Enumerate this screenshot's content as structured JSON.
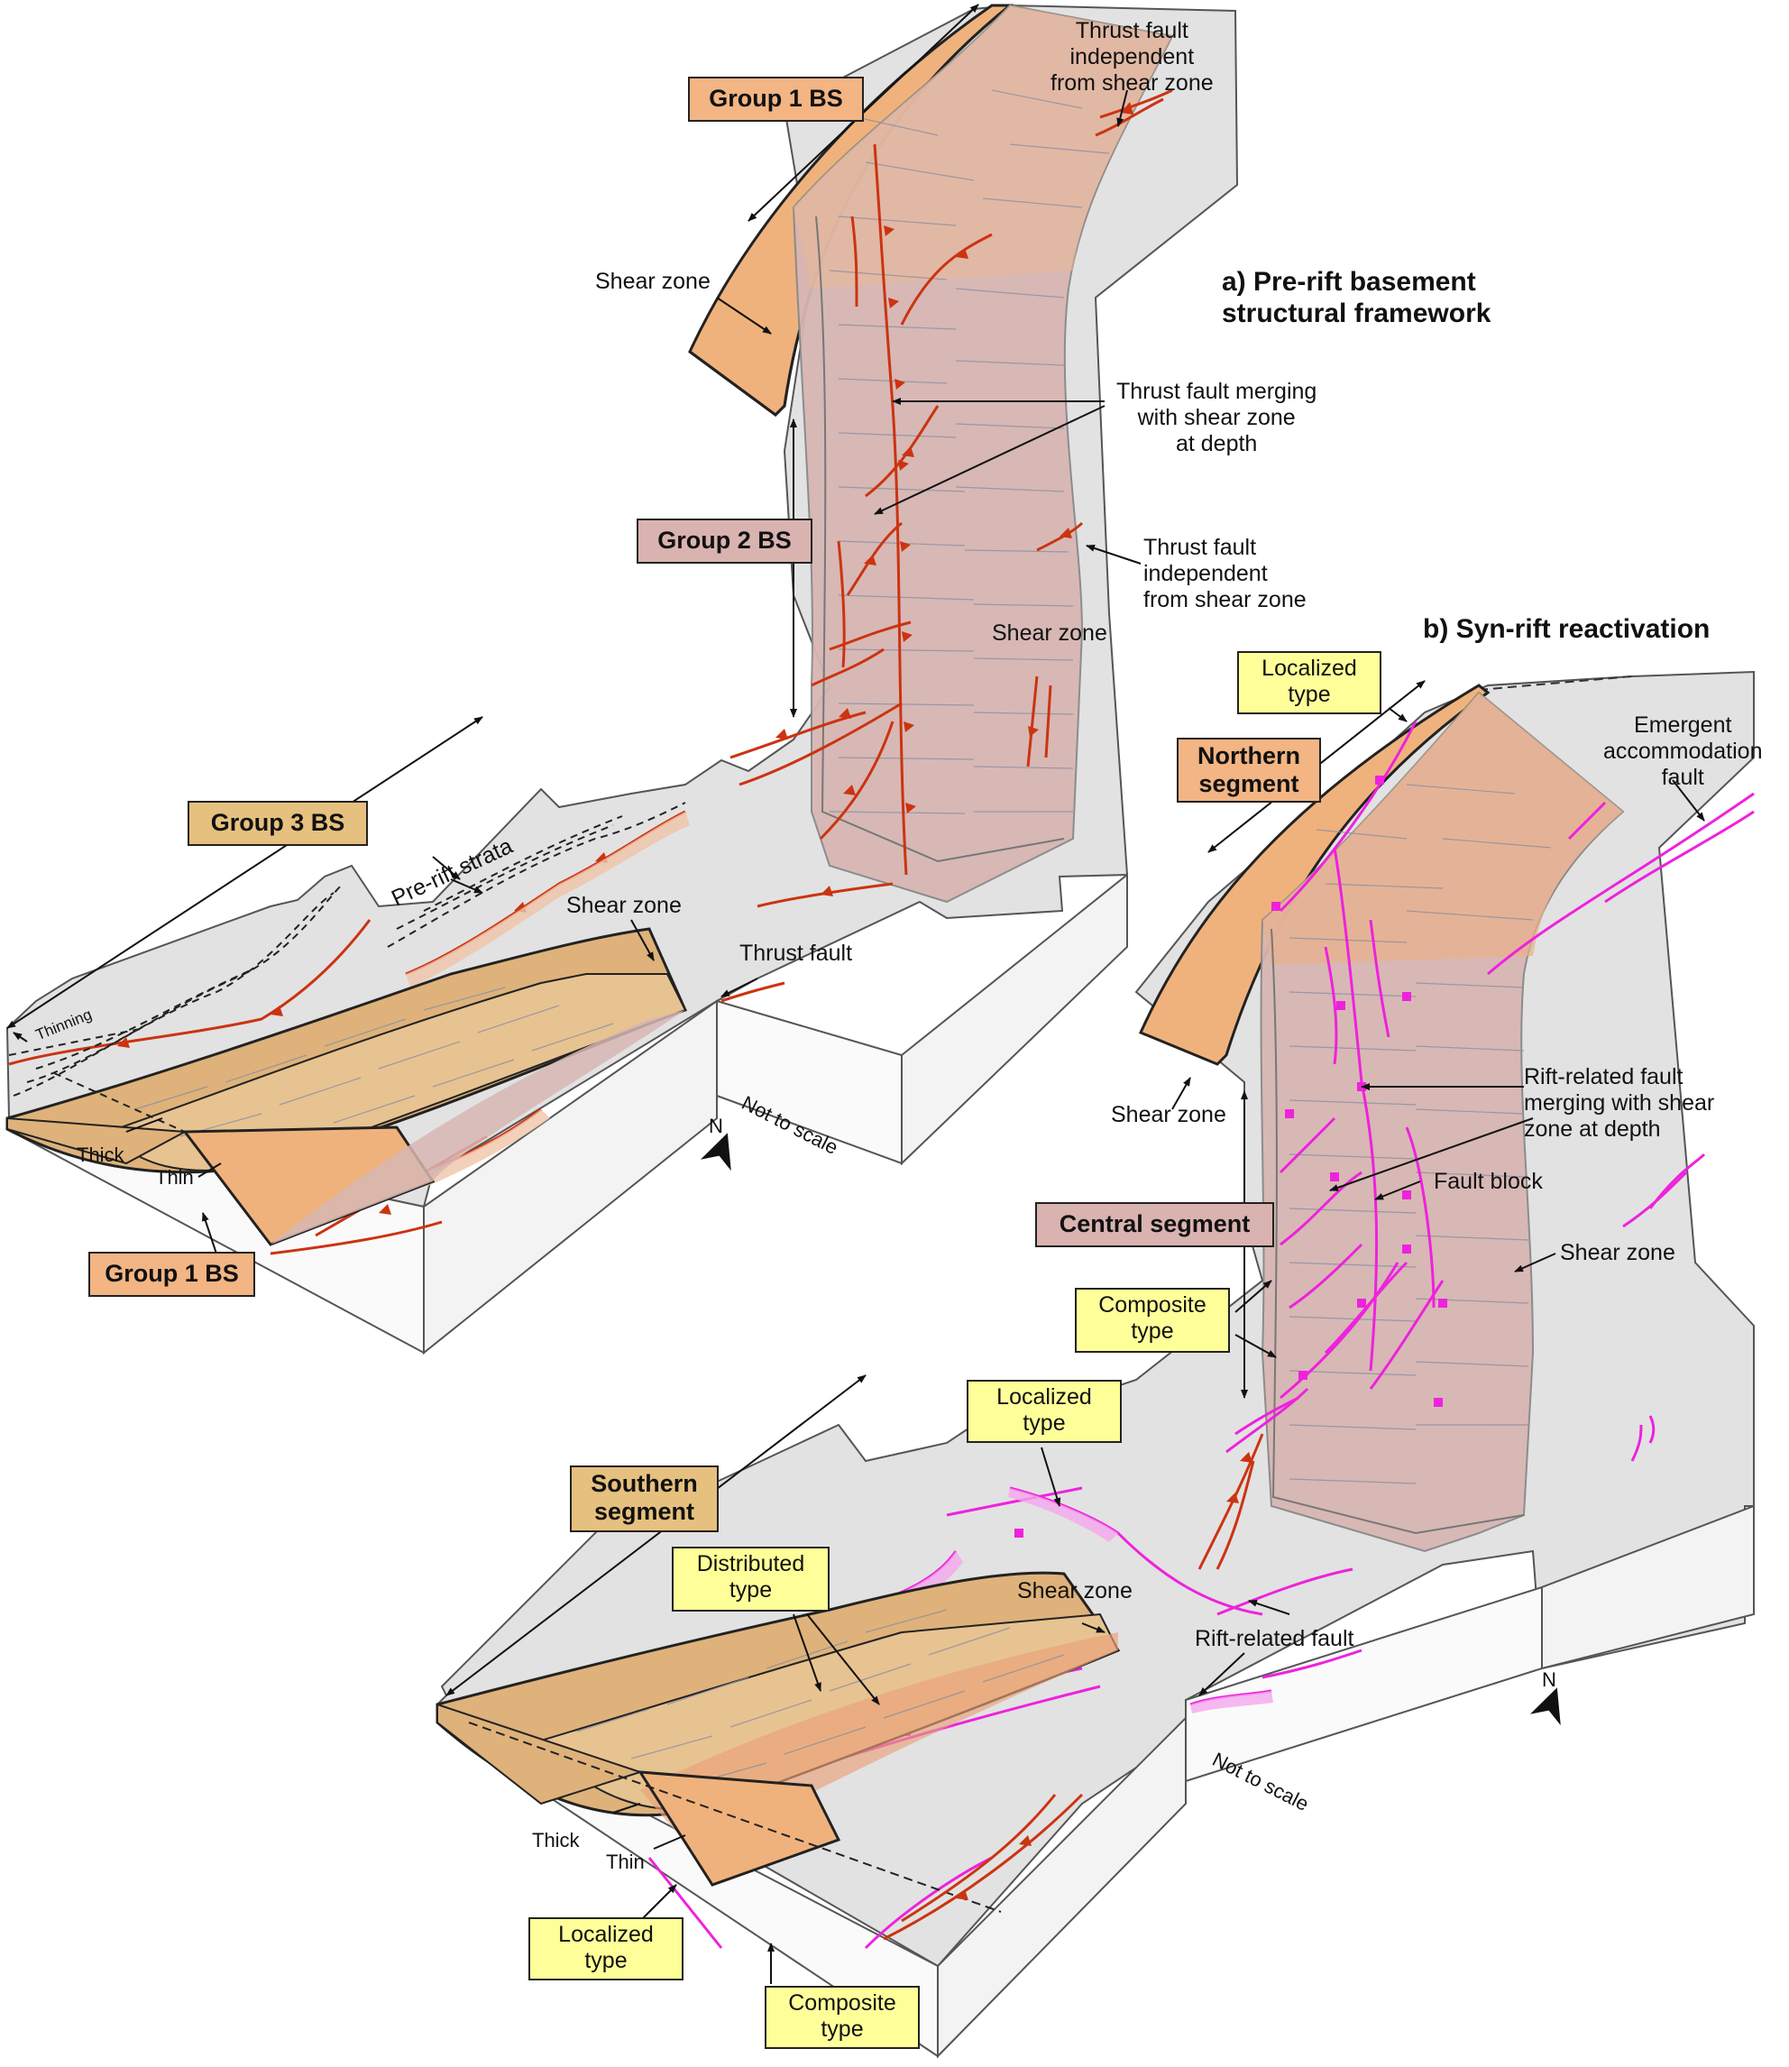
{
  "panel_a": {
    "title_1": "a) Pre-rift basement",
    "title_2": "structural framework",
    "group1_label": "Group 1 BS",
    "group2_label": "Group 2 BS",
    "group3_label": "Group 3 BS",
    "group1_label_bottom": "Group 1 BS",
    "thrust_independent_top_1": "Thrust fault",
    "thrust_independent_top_2": "independent",
    "thrust_independent_top_3": "from shear zone",
    "shear_zone_left": "Shear zone",
    "thrust_merging_1": "Thrust fault merging",
    "thrust_merging_2": "with shear zone",
    "thrust_merging_3": "at depth",
    "thrust_independent_mid_1": "Thrust fault",
    "thrust_independent_mid_2": "independent",
    "thrust_independent_mid_3": "from shear zone",
    "shear_zone_mid": "Shear zone",
    "pre_rift_strata": "Pre-rift strata",
    "shear_zone_south": "Shear zone",
    "thrust_fault": "Thrust fault",
    "thinning": "Thinning",
    "thick": "Thick",
    "thin": "Thin",
    "not_to_scale": "Not to scale",
    "north": "N"
  },
  "panel_b": {
    "title": "b) Syn-rift reactivation",
    "localized_top_1": "Localized",
    "localized_top_2": "type",
    "northern_1": "Northern",
    "northern_2": "segment",
    "emergent_1": "Emergent",
    "emergent_2": "accommodation",
    "emergent_3": "fault",
    "shear_zone_left": "Shear zone",
    "rift_merging_1": "Rift-related fault",
    "rift_merging_2": "merging with shear",
    "rift_merging_3": "zone at depth",
    "fault_block": "Fault block",
    "central_segment": "Central segment",
    "shear_zone_right": "Shear zone",
    "composite_mid_1": "Composite",
    "composite_mid_2": "type",
    "localized_mid_1": "Localized",
    "localized_mid_2": "type",
    "southern_1": "Southern",
    "southern_2": "segment",
    "distributed_1": "Distributed",
    "distributed_2": "type",
    "shear_zone_south": "Shear zone",
    "rift_related_fault": "Rift-related fault",
    "thick": "Thick",
    "thin": "Thin",
    "localized_bottom_1": "Localized",
    "localized_bottom_2": "type",
    "composite_bottom_1": "Composite",
    "composite_bottom_2": "type",
    "not_to_scale": "Not to scale",
    "north": "N"
  },
  "colors": {
    "ground": "#e0e0e0",
    "shear_zone_fill": "#d7b6b3",
    "basement_orange": "#f0b27c",
    "basement_tan": "#deb27a",
    "thrust_red": "#cc3311",
    "rift_magenta": "#ee22dd",
    "label_yellow": "#ffff99"
  }
}
